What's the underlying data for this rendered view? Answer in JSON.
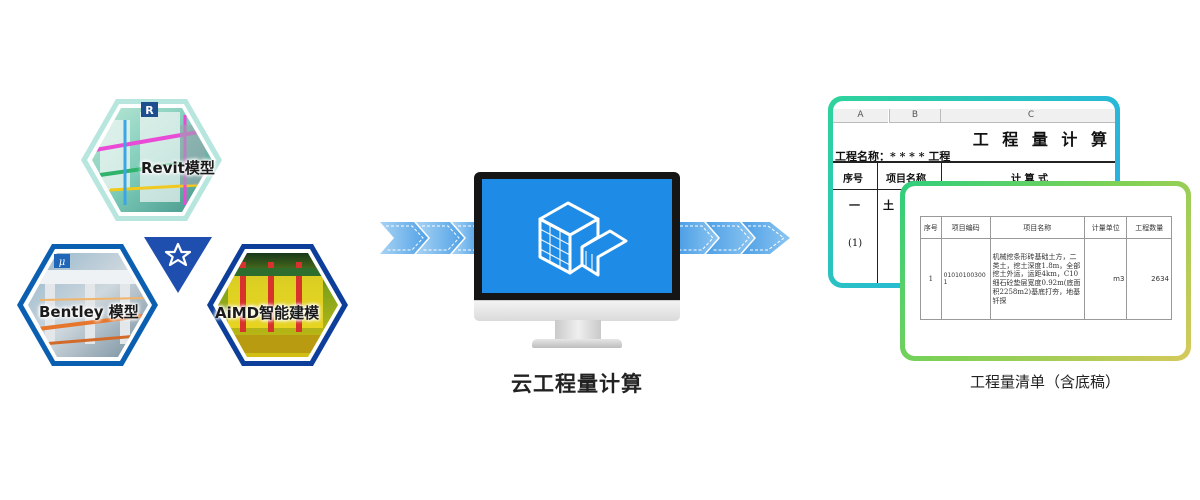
{
  "models": {
    "revit": "Revit模型",
    "bentley": "Bentley 模型",
    "aimd": "AiMD智能建模"
  },
  "center_caption": "云工程量计算",
  "sheet_back": {
    "col_a": "A",
    "col_b": "B",
    "col_c": "C",
    "title": "工 程 量 计 算",
    "project_line": "工程名称：* * * * 工程",
    "header_no": "序号",
    "header_item": "项目名称",
    "header_formula": "计 算 式",
    "row1_no": "一",
    "row1_item": "土",
    "row2_no": "(1)"
  },
  "sheet_front": {
    "headers": [
      "序号",
      "项目编码",
      "项目名称",
      "计量单位",
      "工程数量"
    ],
    "row": {
      "no": "1",
      "code": "010101003001",
      "name": "机械挖条形砖基础土方，二类土，挖土深度1.8m，全部挖土外运，运距4km，C10细石砼垫层宽度0.92m(底面积2258m2)基底打夯，地基钎探",
      "unit": "m3",
      "quantity": "2634"
    }
  },
  "right_caption": "工程量清单（含底稿）",
  "colors": {
    "screen_blue": "#1e8be6",
    "arrow_blue": "#5aa9ea",
    "hex_dark_blue": "#0d3f9a",
    "back_card_border": "#2aa7e3",
    "front_card_border": "#7cd156"
  }
}
